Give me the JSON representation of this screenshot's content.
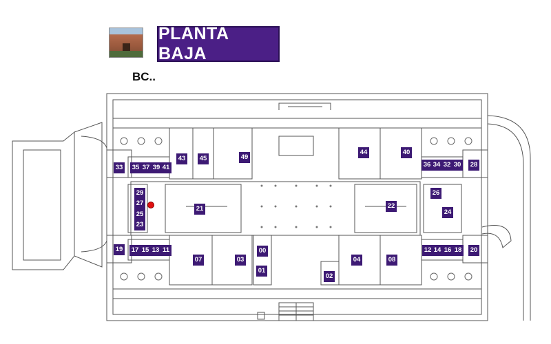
{
  "header": {
    "floor_title": "PLANTA BAJA",
    "building_label": "BC.."
  },
  "colors": {
    "room_label_bg": "#3d1a74",
    "title_bg": "#4b1f86",
    "marker": "#e01010"
  },
  "rooms": [
    "33",
    "35",
    "37",
    "39",
    "41",
    "43",
    "45",
    "49",
    "44",
    "40",
    "36",
    "34",
    "32",
    "30",
    "28",
    "29",
    "27",
    "25",
    "23",
    "21",
    "22",
    "26",
    "24",
    "19",
    "17",
    "15",
    "13",
    "11",
    "07",
    "03",
    "00",
    "01",
    "02",
    "04",
    "08",
    "12",
    "14",
    "16",
    "18",
    "20"
  ],
  "marker_icon": "location-dot-icon"
}
